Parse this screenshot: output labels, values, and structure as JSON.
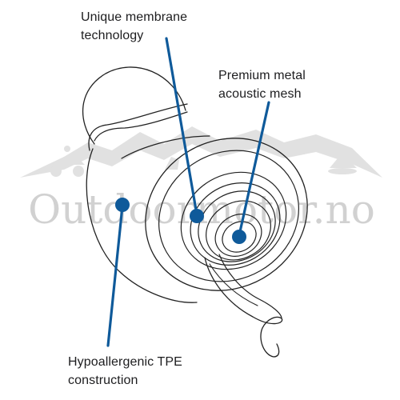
{
  "labels": {
    "membrane": {
      "line1": "Unique membrane",
      "line2": "technology"
    },
    "mesh": {
      "line1": "Premium metal",
      "line2": "acoustic mesh"
    },
    "tpe": {
      "line1": "Hypoallergenic TPE",
      "line2": "construction"
    }
  },
  "watermark": {
    "text": "Outdoormotor.no"
  },
  "colors": {
    "callout": "#0f5a9a",
    "outline": "#222222",
    "watermark": "#a5a5a5"
  }
}
